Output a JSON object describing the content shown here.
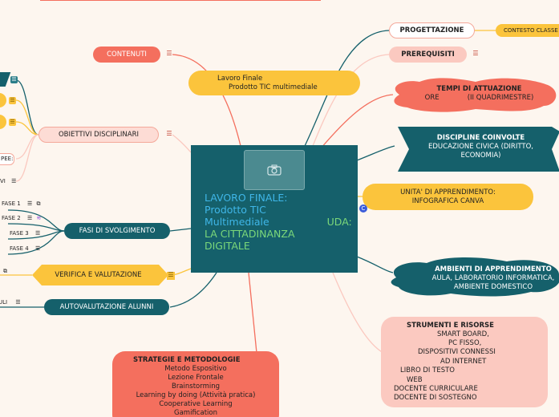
{
  "central": {
    "title_line1": "LAVORO FINALE:",
    "title_line2": "Prodotto TIC",
    "title_line3": "Multimediale",
    "uda_label": "UDA:",
    "subtitle_line1": "LA CITTADINANZA",
    "subtitle_line2": "DIGITALE"
  },
  "right": {
    "progettazione": "PROGETTAZIONE",
    "contesto": "CONTESTO CLASSE",
    "prerequisiti": "PREREQUISITI",
    "tempi_title": "TEMPI DI ATTUAZIONE",
    "tempi_line": "ORE             (II QUADRIMESTRE)",
    "discipline_title": "DISCIPLINE COINVOLTE",
    "discipline_line1": "EDUCAZIONE CIVICA (DIRITTO,",
    "discipline_line2": "ECONOMIA)",
    "unita_line1": "UNITA' DI APPRENDIMENTO:",
    "unita_line2": "INFOGRAFICA CANVA",
    "ambienti_title": "AMBIENTI DI APPRENDIMENTO",
    "ambienti_line1": "AULA, LABORATORIO INFORMATICA,",
    "ambienti_line2": "AMBIENTE DOMESTICO",
    "strumenti_title": "STRUMENTI E RISORSE",
    "strumenti_items": [
      "SMART BOARD,",
      "PC FISSO,",
      "DISPOSITIVI CONNESSI",
      "AD INTERNET",
      "LIBRO DI TESTO",
      "WEB",
      "DOCENTE CURRICULARE",
      "DOCENTE DI SOSTEGNO"
    ]
  },
  "left": {
    "contenuti": "CONTENUTI",
    "lavoro_line1": "Lavoro Finale",
    "lavoro_line2": "Prodotto TIC multimediale",
    "obiettivi": "OBIETTIVI DISCIPLINARI",
    "obiettivi_sub1": "PEE:",
    "obiettivi_sub2": "VI",
    "fasi": "FASI DI SVOLGIMENTO",
    "fasi_items": [
      "FASE 1",
      "FASE 2",
      "FASE 3",
      "FASE 4"
    ],
    "verifica": "VERIFICA E VALUTAZIONE",
    "autovalutazione": "AUTOVALUTAZIONE ALUNNI",
    "autoval_sub": "ULI",
    "strategie_title": "STRATEGIE E METODOLOGIE",
    "strategie_items": [
      "Metodo Espositivo",
      "Lezione Frontale",
      "Brainstorming",
      "Learning by doing (Attività pratica)",
      "Cooperative Learning",
      "Gamification"
    ]
  },
  "icons": {
    "note": "notes-icon",
    "camera": "camera-icon",
    "link": "link-icon",
    "canva": "canva-icon"
  },
  "colors": {
    "teal": "#15606b",
    "salmon": "#f46f5e",
    "yellow": "#fbc43c",
    "pink": "#fbc9c0",
    "background": "#fdf6ef"
  }
}
